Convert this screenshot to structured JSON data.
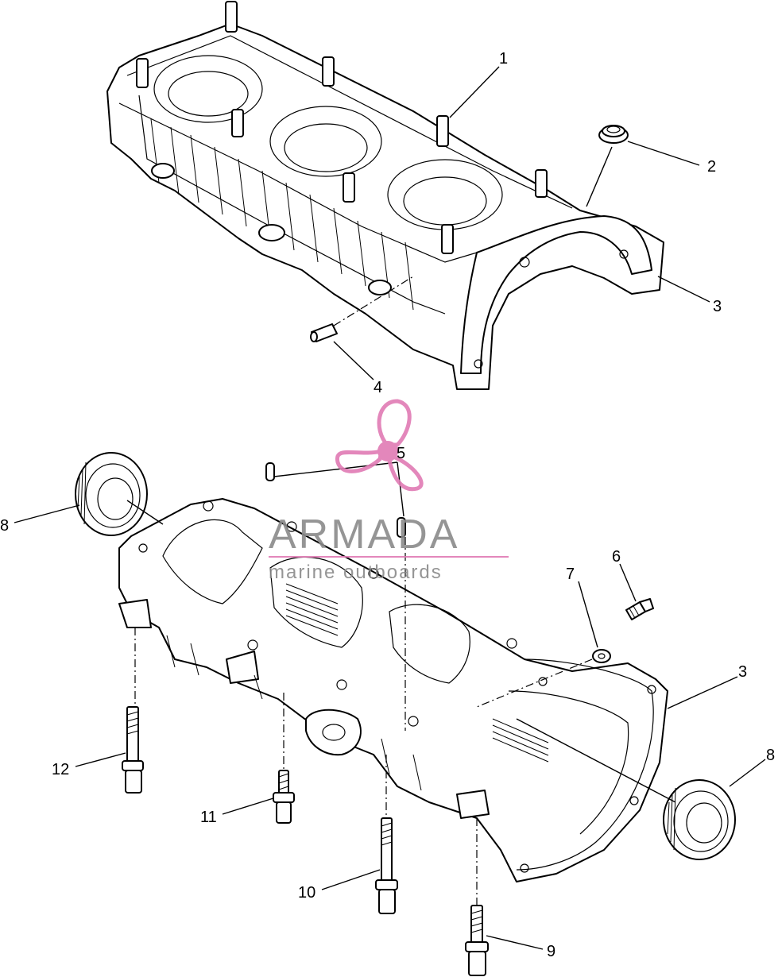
{
  "watermark": {
    "brand": "ARMADA",
    "tagline": "marine outboards",
    "accent_color": "#e07bb4",
    "text_color": "#8a8a8a",
    "icon": "propeller-icon"
  },
  "callouts": [
    {
      "id": "c1",
      "label": "1"
    },
    {
      "id": "c2",
      "label": "2"
    },
    {
      "id": "c3a",
      "label": "3"
    },
    {
      "id": "c4",
      "label": "4"
    },
    {
      "id": "c5",
      "label": "5"
    },
    {
      "id": "c6",
      "label": "6"
    },
    {
      "id": "c7",
      "label": "7"
    },
    {
      "id": "c3b",
      "label": "3"
    },
    {
      "id": "c8a",
      "label": "8"
    },
    {
      "id": "c8b",
      "label": "8"
    },
    {
      "id": "c12",
      "label": "12"
    },
    {
      "id": "c11",
      "label": "11"
    },
    {
      "id": "c10",
      "label": "10"
    },
    {
      "id": "c9",
      "label": "9"
    }
  ]
}
